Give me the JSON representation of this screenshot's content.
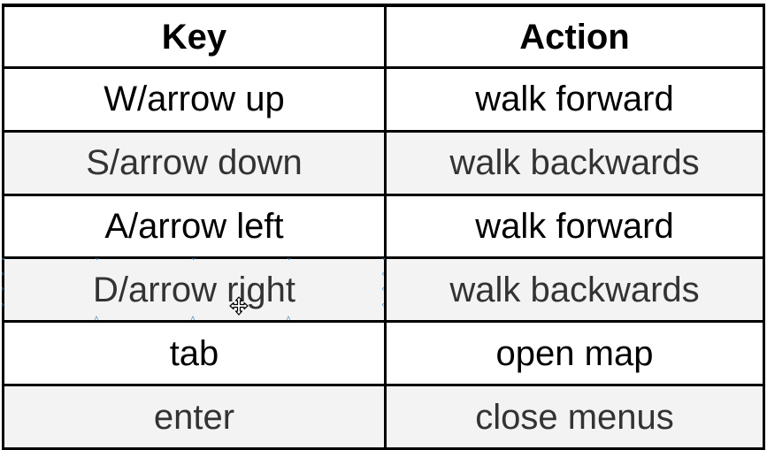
{
  "table": {
    "headers": [
      "Key",
      "Action"
    ],
    "rows": [
      {
        "key": "W/arrow up",
        "action": "walk forward"
      },
      {
        "key": "S/arrow down",
        "action": "walk backwards"
      },
      {
        "key": "A/arrow left",
        "action": "walk forward"
      },
      {
        "key": "D/arrow right",
        "action": "walk backwards"
      },
      {
        "key": "tab",
        "action": "open map"
      },
      {
        "key": "enter",
        "action": "close menus"
      }
    ]
  },
  "colors": {
    "border": "#000000",
    "alt_row_bg": "#f3f3f3",
    "selection_handle": "#4a90c8"
  },
  "icons": {
    "cursor": "move-cursor-icon"
  }
}
